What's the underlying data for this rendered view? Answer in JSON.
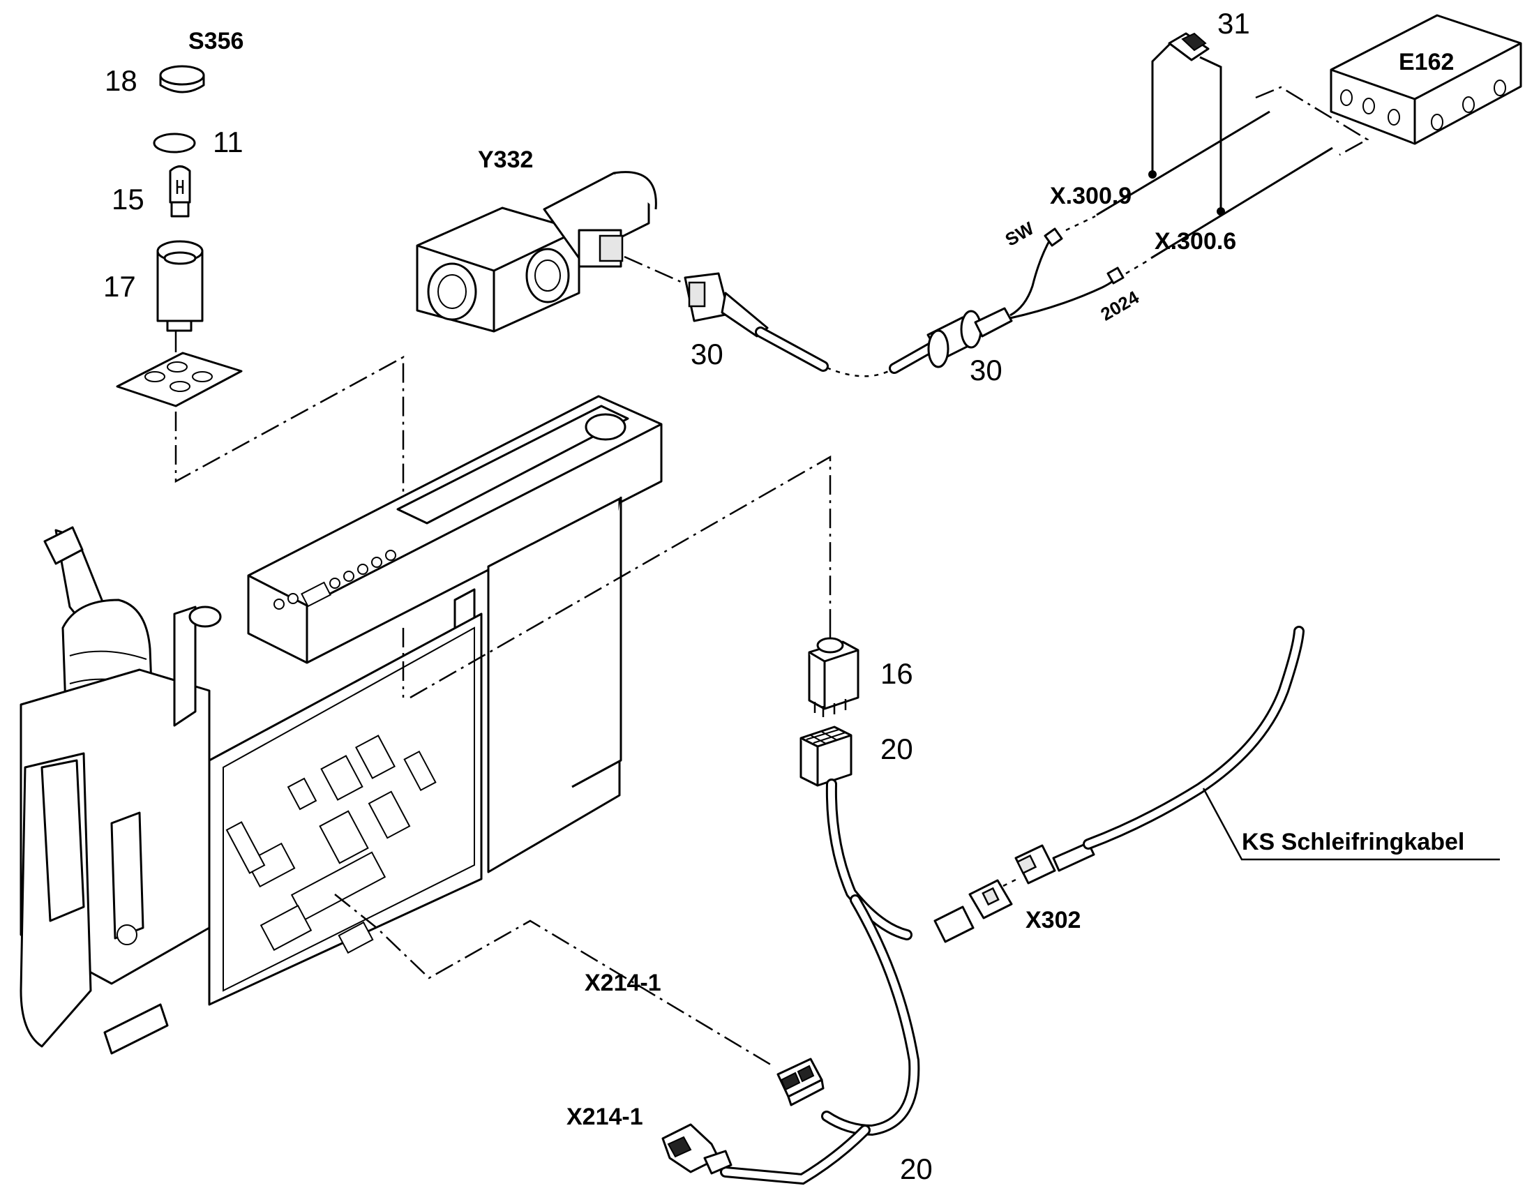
{
  "labels": {
    "s356": "S356",
    "n18": "18",
    "n11": "11",
    "n15": "15",
    "n17": "17",
    "y332": "Y332",
    "n30a": "30",
    "n30b": "30",
    "n31": "31",
    "e162": "E162",
    "x300_9": "X.300.9",
    "x300_6": "X.300.6",
    "sw": "SW",
    "n2024": "2024",
    "n16": "16",
    "n20a": "20",
    "n20b": "20",
    "ks": "KS Schleifringkabel",
    "x302": "X302",
    "x214_1a": "X214-1",
    "x214_1b": "X214-1"
  }
}
